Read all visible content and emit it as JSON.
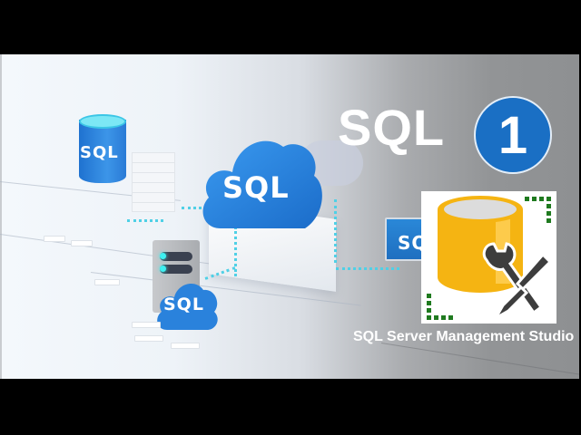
{
  "hero": {
    "title": "SQL",
    "badge_number": "1",
    "badge_color": "#1a6fc4",
    "caption": "SQL Server Management Studio"
  },
  "illustration": {
    "cloud_large_label": "SQL",
    "cloud_small_label": "SQL",
    "database_label": "SQL",
    "monitor_label": "SQ",
    "accent_blue": "#2f86dc",
    "connector_color": "#4fd0e6"
  },
  "logo": {
    "name": "ssms-logo",
    "cylinder_color": "#f5b412",
    "tools_color": "#3d3d3d",
    "corner_color": "#1f7a1f"
  }
}
